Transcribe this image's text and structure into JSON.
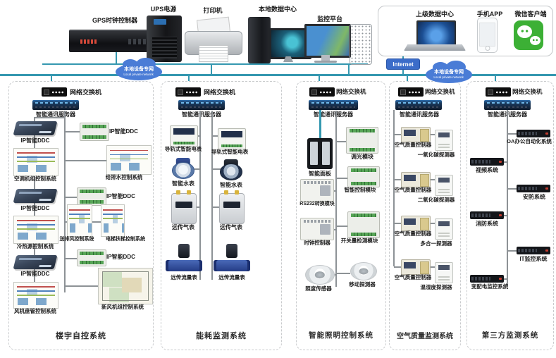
{
  "colors": {
    "bus_line": "#3598b0",
    "tree_line": "#8d9296",
    "cloud_blue": "#4a7cd6",
    "internet_badge": "#3b6cc9",
    "wechat_green": "#3cb035",
    "dashed_border": "#c9cbcd"
  },
  "icons": {
    "switch": "network-switch-icon",
    "server": "comm-server-icon",
    "ddc": "ddc-controller-icon",
    "din": "din-module-icon",
    "schematic": "system-schematic-image",
    "floorplan": "floorplan-image",
    "electric_meter": "electric-meter-icon",
    "water_meter": "water-meter-icon",
    "gas_meter": "gas-meter-icon",
    "flow_meter": "flow-meter-icon",
    "panel": "smart-panel-icon",
    "sensor": "ceiling-sensor-icon",
    "aq_controller": "air-quality-controller-icon",
    "detector": "detector-icon",
    "rack": "rack-device-icon",
    "gps": "gps-clock-icon",
    "ups": "ups-tower-icon",
    "printer": "printer-icon",
    "workstation": "workstation-icon",
    "platform": "monitor-tower-icon",
    "laptop": "laptop-icon",
    "phone": "smartphone-icon",
    "wechat": "wechat-icon",
    "cloud": "network-cloud-shape"
  },
  "top": {
    "devices": [
      {
        "label": "GPS时钟控制器"
      },
      {
        "label": "UPS电源"
      },
      {
        "label": "打印机"
      },
      {
        "label": "本地数据中心"
      },
      {
        "label": "监控平台"
      }
    ],
    "remote": {
      "items": [
        {
          "label": "上级数据中心"
        },
        {
          "label": "手机APP"
        },
        {
          "label": "微信客户端"
        }
      ]
    },
    "net": {
      "local_zh": "本地设备专网",
      "local_en": "Local private network",
      "internet": "Internet"
    }
  },
  "columns": [
    {
      "title": "楼宇自控系统",
      "switch": "网络交换机",
      "server": "智能通讯服务器",
      "left": [
        "IP智能DDC",
        "空调机组控制系统",
        "IP智能DDC",
        "冷热源控制系统",
        "IP智能DDC",
        "风机盘管控制系统"
      ],
      "right": [
        "IP智能DDC",
        "给排水控制系统",
        "IP智能DDC",
        "送排风控制系统",
        "电梯扶梯控制系统",
        "IP智能DDC",
        "新风机组控制系统"
      ]
    },
    {
      "title": "能耗监测系统",
      "switch": "网络交换机",
      "server": "智能通讯服务器",
      "left": [
        "导轨式智能电表",
        "智能水表",
        "远传气表",
        "远传流量表"
      ],
      "right": [
        "导轨式智能电表",
        "智能水表",
        "远传气表",
        "远传流量表"
      ]
    },
    {
      "title": "智能照明控制系统",
      "switch": "网络交换机",
      "server": "智能通讯服务器",
      "left": [
        "智能面板",
        "RS232转换模块",
        "时钟控制器",
        "照度传感器"
      ],
      "right": [
        "调光模块",
        "智能控制模块",
        "开关量检测模块",
        "移动探测器"
      ]
    },
    {
      "title": "空气质量监测系统",
      "switch": "网络交换机",
      "server": "智能通讯服务器",
      "controllers": [
        "空气质量控制器",
        "空气质量控制器",
        "空气质量控制器",
        "空气质量控制器"
      ],
      "detectors": [
        "一氧化碳探测器",
        "二氧化碳探测器",
        "多合一探测器",
        "温湿度探测器"
      ]
    },
    {
      "title": "第三方监测系统",
      "switch": "网络交换机",
      "server": "智能通讯服务器",
      "items": [
        "OA办公自动化系统",
        "视频系统",
        "安防系统",
        "消防系统",
        "IT监控系统",
        "变配电监控系统"
      ]
    }
  ]
}
